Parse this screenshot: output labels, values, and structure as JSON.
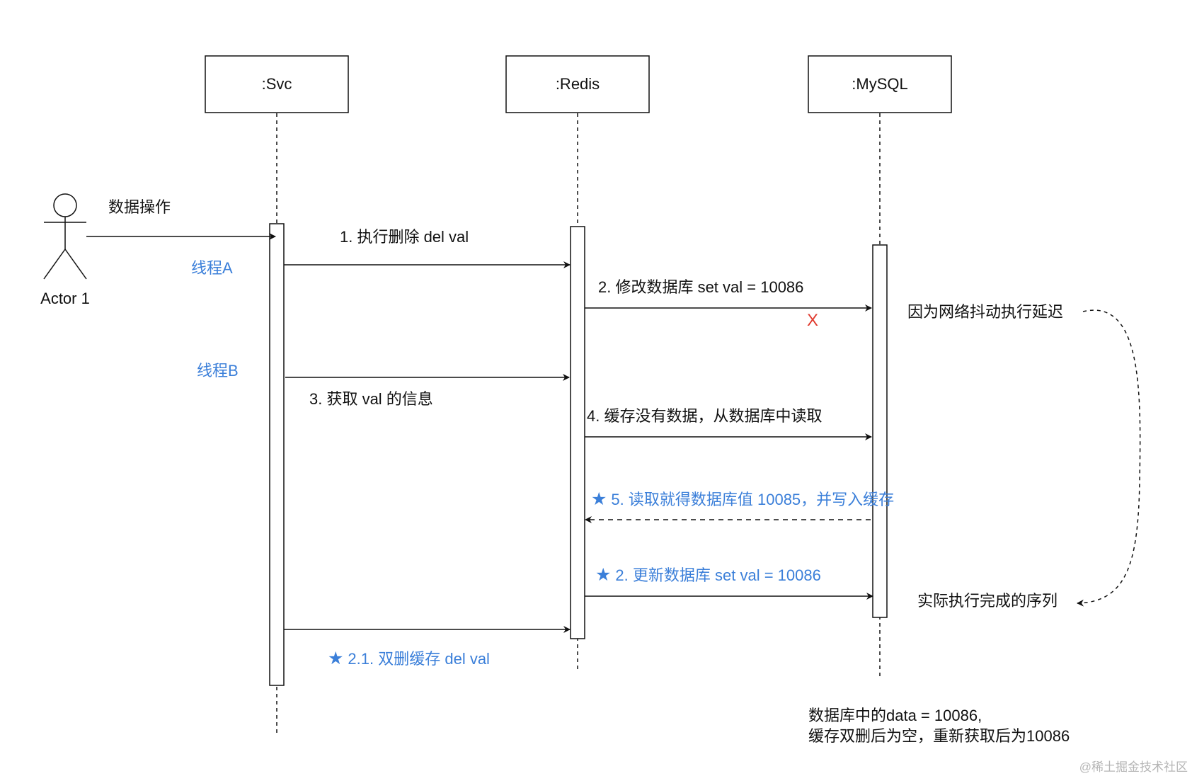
{
  "colors": {
    "ink": "#111111",
    "accent": "#3b7fd9",
    "error": "#e03b2f",
    "watermark": "#b5b5b5"
  },
  "participants": [
    {
      "id": "svc",
      "label": ":Svc"
    },
    {
      "id": "redis",
      "label": ":Redis"
    },
    {
      "id": "mysql",
      "label": ":MySQL"
    }
  ],
  "actor": {
    "label": "Actor 1",
    "message": "数据操作"
  },
  "threads": {
    "a": "线程A",
    "b": "线程B"
  },
  "messages": [
    {
      "id": "m1",
      "label": "1. 执行删除 del val",
      "style": "solid",
      "highlight": false
    },
    {
      "id": "m2",
      "label": "2. 修改数据库  set val = 10086",
      "style": "solid",
      "highlight": false,
      "failed_mark": "X"
    },
    {
      "id": "m3",
      "label": "3. 获取 val 的信息",
      "style": "solid",
      "highlight": false
    },
    {
      "id": "m4",
      "label": "4. 缓存没有数据，从数据库中读取",
      "style": "solid",
      "highlight": false
    },
    {
      "id": "m5",
      "label": "5. 读取就得数据库值 10085，并写入缓存",
      "style": "dashed",
      "highlight": true,
      "star": "★"
    },
    {
      "id": "m6",
      "label": "2. 更新数据库  set val = 10086",
      "style": "solid",
      "highlight": true,
      "star": "★"
    },
    {
      "id": "m7",
      "label": "2.1. 双删缓存  del val",
      "style": "solid",
      "highlight": true,
      "star": "★"
    }
  ],
  "notes": {
    "delay": "因为网络抖动执行延迟",
    "actual": "实际执行完成的序列",
    "result_line1": "数据库中的data = 10086,",
    "result_line2": "缓存双删后为空，重新获取后为10086"
  },
  "watermark": "@稀土掘金技术社区"
}
